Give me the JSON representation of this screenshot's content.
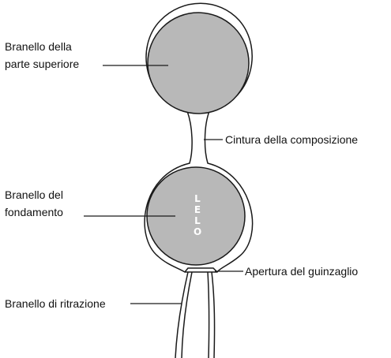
{
  "labels": {
    "top_bead": "Branello della\nparte superiore",
    "waist": "Cintura della composizione",
    "bottom_bead": "Branello del\nfondamento",
    "leash_opening": "Apertura del guinzaglio",
    "retrieval_bead": "Branello di ritrazione"
  },
  "brand": {
    "logo_text": "LELO"
  },
  "colors": {
    "bead_fill": "#b8b8b8",
    "outline": "#1a1a1a",
    "background": "#ffffff",
    "logo": "#ffffff"
  }
}
